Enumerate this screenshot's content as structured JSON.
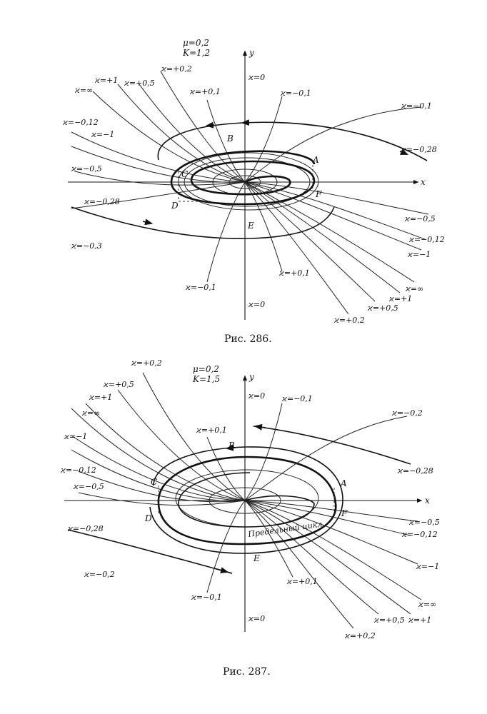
{
  "figure1": {
    "params": {
      "mu": "μ=0,2",
      "k": "K=1,2"
    },
    "axis_x": "x",
    "axis_y": "y",
    "points": {
      "A": "A",
      "B": "B",
      "C": "C",
      "D": "D",
      "E": "E",
      "F": "F"
    },
    "labels": {
      "k0_top": "ϰ=0",
      "k0_bot": "ϰ=0",
      "kp02_top": "ϰ=+0,2",
      "kp05_top": "ϰ=+0,5",
      "kp1_top": "ϰ=+1",
      "kinf_top": "ϰ=∞",
      "kp01_top": "ϰ=+0,1",
      "km01_top": "ϰ=−0,1",
      "km012_left": "ϰ=−0,12",
      "km1_left": "ϰ=−1",
      "km05_left": "ϰ=−0,5",
      "km028_left": "ϰ=−0,28",
      "km03_left": "ϰ=−0,3",
      "km01_right": "ϰ=−0,1",
      "km028_right": "ϰ=−0,28",
      "km05_right": "ϰ=−0,5",
      "km012_right": "ϰ=−0,12",
      "km1_right": "ϰ=−1",
      "kinf_right": "ϰ=∞",
      "kp1_right": "ϰ=+1",
      "kp05_right": "ϰ=+0,5",
      "kp02_right": "ϰ=+0,2",
      "kp01_bot": "ϰ=+0,1",
      "km01_bot": "ϰ=−0,1"
    },
    "caption": "Рис. 286."
  },
  "figure2": {
    "params": {
      "mu": "μ=0,2",
      "k": "K=1,5"
    },
    "axis_x": "x",
    "axis_y": "y",
    "points": {
      "A": "A",
      "B": "B",
      "C": "C",
      "D": "D",
      "E": "E",
      "F": "F"
    },
    "limit_cycle": "Предельный цикл",
    "labels": {
      "k0_top": "ϰ=0",
      "k0_bot": "ϰ=0",
      "kp02_top": "ϰ=+0,2",
      "kp05_top": "ϰ=+0,5",
      "kp1_top": "ϰ=+1",
      "kinf_top": "ϰ=∞",
      "km1_left": "ϰ=−1",
      "km012_left": "ϰ=−0,12",
      "km05_left": "ϰ=−0,5",
      "km028_left": "ϰ=−0,28",
      "km02_left": "ϰ=−0,2",
      "kp01_top": "ϰ=+0,1",
      "km01_top": "ϰ=−0,1",
      "km02_right": "ϰ=−0,2",
      "km028_right": "ϰ=−0,28",
      "km05_right": "ϰ=−0,5",
      "km012_right": "ϰ=−0,12",
      "km1_right": "ϰ=−1",
      "kinf_right": "ϰ=∞",
      "kp1_right": "ϰ=+1",
      "kp05_right": "ϰ=+0,5",
      "kp02_right": "ϰ=+0,2",
      "kp01_bot": "ϰ=+0,1",
      "km01_bot": "ϰ=−0,1"
    },
    "caption": "Рис. 287."
  }
}
